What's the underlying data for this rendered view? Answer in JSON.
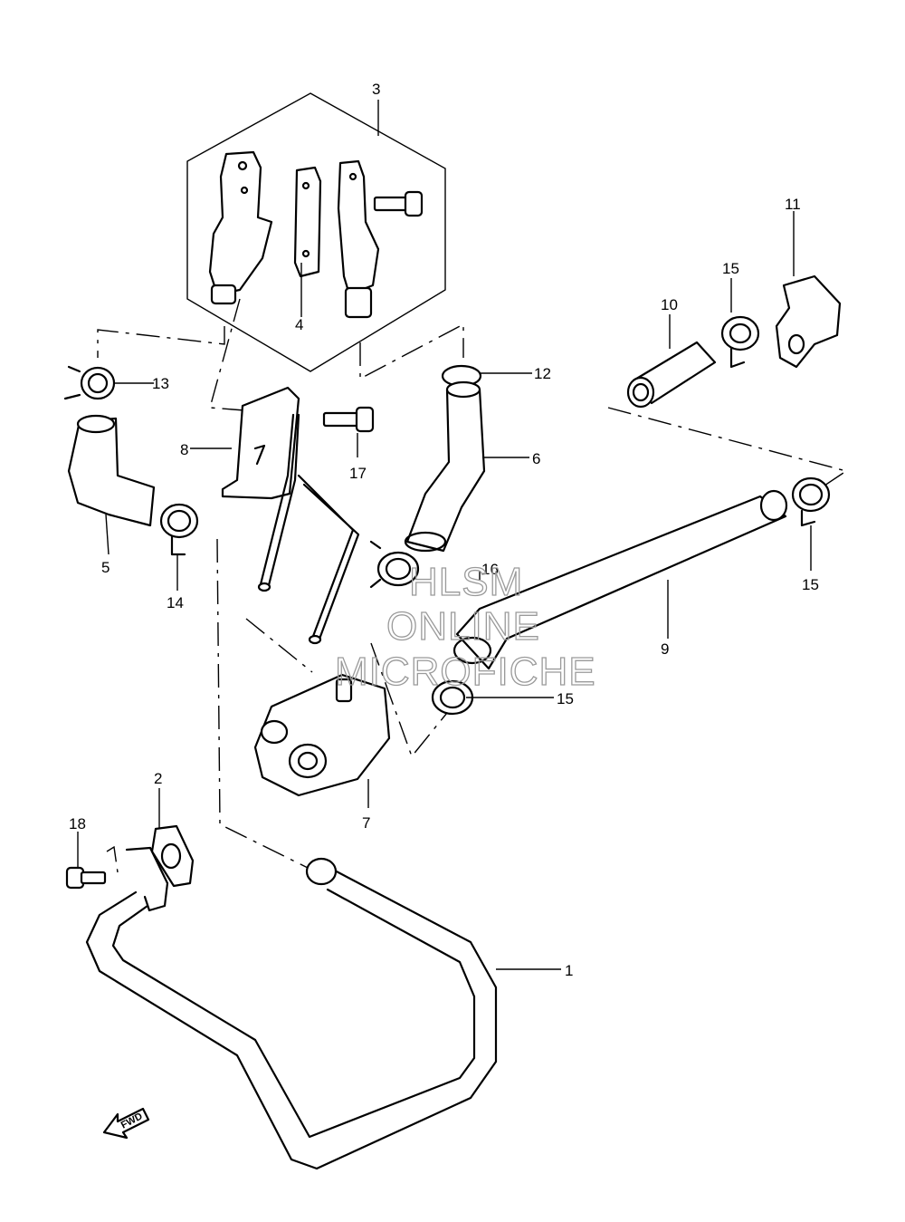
{
  "callouts": {
    "c1": "1",
    "c2": "2",
    "c3": "3",
    "c4": "4",
    "c5": "5",
    "c6": "6",
    "c7": "7",
    "c8": "8",
    "c9": "9",
    "c10": "10",
    "c11": "11",
    "c12": "12",
    "c13": "13",
    "c14": "14",
    "c15a": "15",
    "c15b": "15",
    "c15c": "15",
    "c16": "16",
    "c17": "17",
    "c18": "18"
  },
  "watermark": {
    "line1": "HLSM",
    "line2": "ONLINE",
    "line3": "MICROFICHE"
  },
  "fwd_label": "FWD"
}
